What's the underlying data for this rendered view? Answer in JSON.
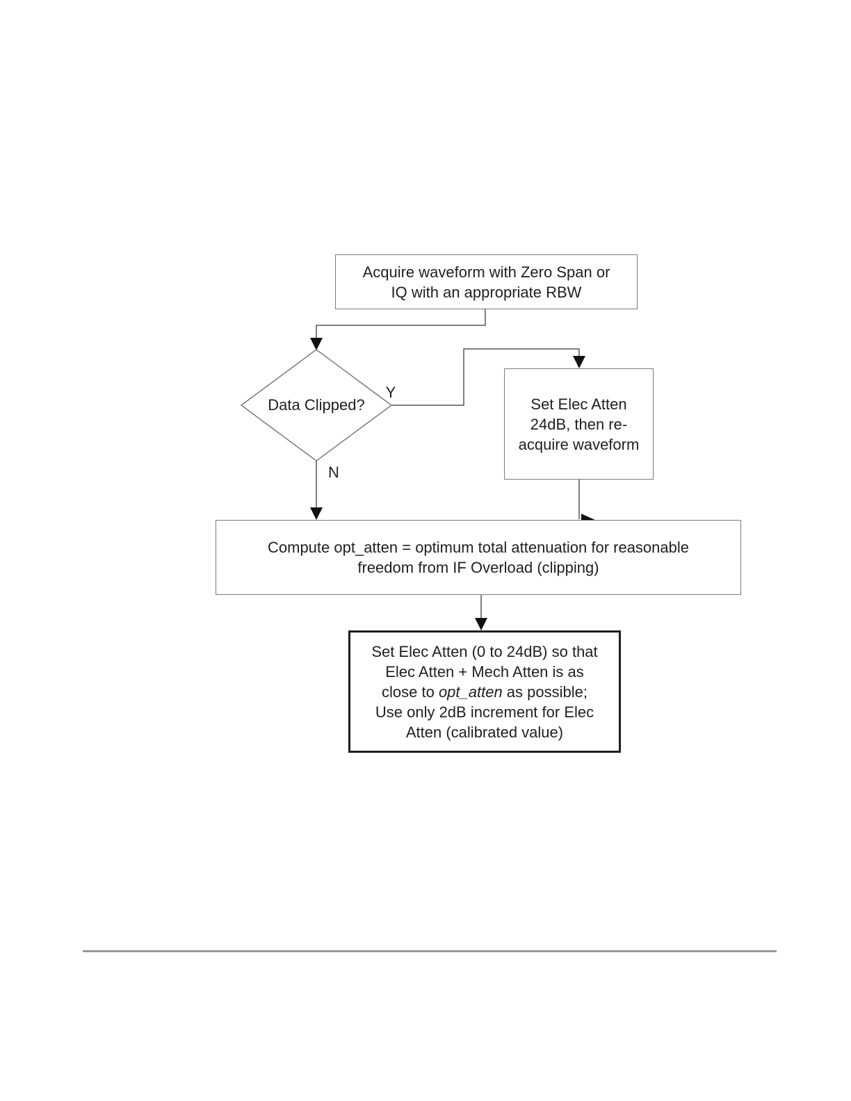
{
  "flowchart": {
    "nodes": {
      "start": {
        "text": "Acquire waveform with Zero Span or\nIQ with an appropriate RBW"
      },
      "decision": {
        "text": "Data Clipped?"
      },
      "clipfix": {
        "text": "Set Elec Atten\n24dB, then re-\nacquire waveform"
      },
      "compute": {
        "text": "Compute opt_atten = optimum total attenuation for reasonable\nfreedom from IF Overload (clipping)"
      },
      "final": {
        "line1": "Set Elec Atten (0 to 24dB) so that",
        "line2": "Elec Atten + Mech Atten is as",
        "line3_pre": "close to ",
        "line3_italic": "opt_atten",
        "line3_post": " as possible;",
        "line4": "Use only 2dB increment for Elec",
        "line5": "Atten (calibrated value)"
      }
    },
    "branch_labels": {
      "yes": "Y",
      "no": "N"
    },
    "colors": {
      "box_border": "#7a7a7a",
      "final_box_border": "#1d1d1d",
      "connector_line": "#555555",
      "arrowhead": "#111111",
      "text": "#1f1f1f",
      "footer_rule": "#999999"
    }
  }
}
